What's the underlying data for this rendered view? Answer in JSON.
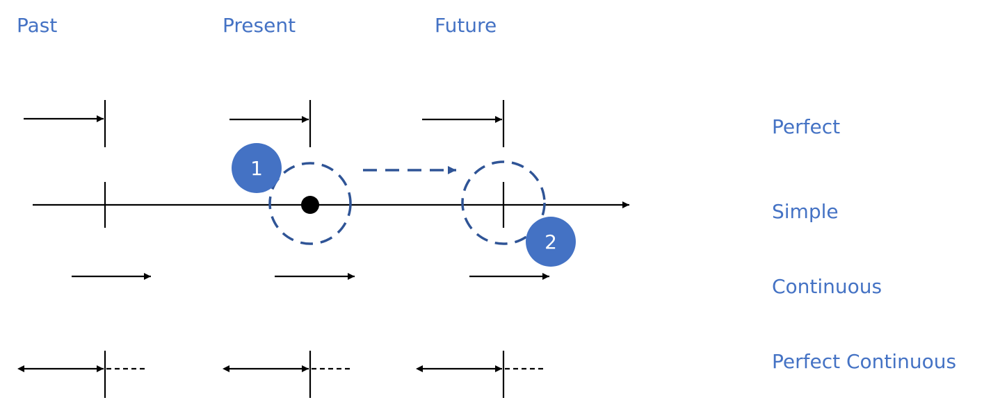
{
  "colors": {
    "text": "#4472c4",
    "line": "#000000",
    "dashed": "#2f5496",
    "badge": "#4472c4",
    "badge_text": "#ffffff"
  },
  "headers": {
    "past": "Past",
    "present": "Present",
    "future": "Future"
  },
  "rows": {
    "perfect": "Perfect",
    "simple": "Simple",
    "continuous": "Continuous",
    "perfect_continuous": "Perfect Continuous"
  },
  "markers": {
    "one": "1",
    "two": "2"
  }
}
